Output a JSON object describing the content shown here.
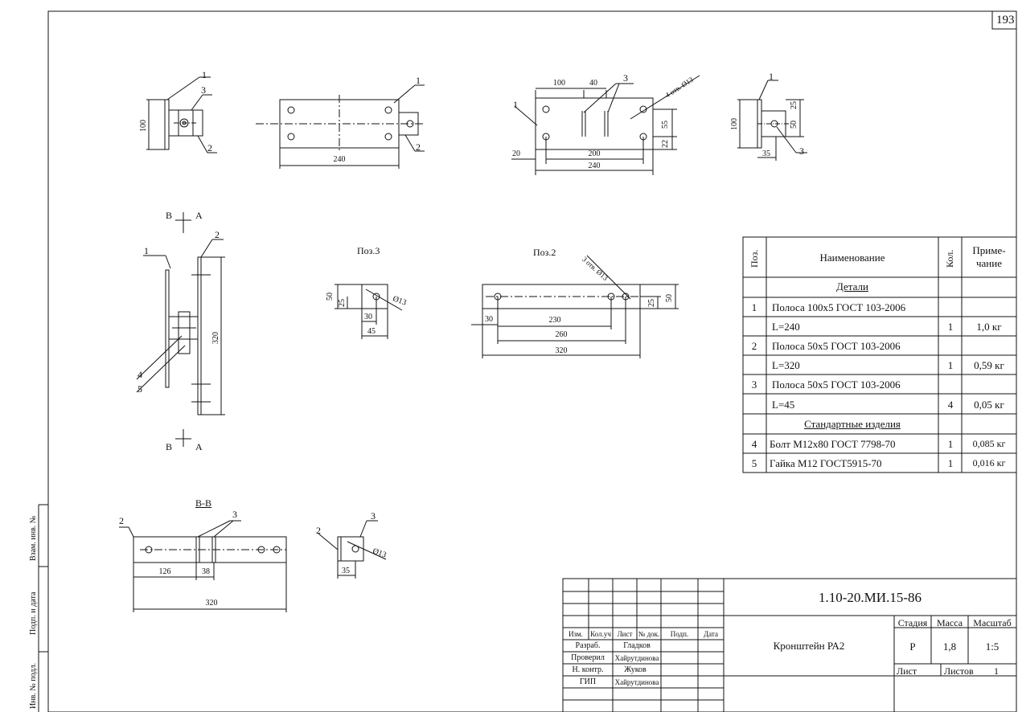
{
  "sheet_number": "193",
  "views": {
    "top_left": {
      "labels": [
        "1",
        "3",
        "2"
      ],
      "dim_height": "100"
    },
    "top_strip": {
      "labels": [
        "1",
        "2"
      ],
      "dim_length": "240"
    },
    "top_center": {
      "labels": [
        "1",
        "3",
        "4 отв. Ø13"
      ],
      "dims": [
        "100",
        "40",
        "55",
        "22",
        "20",
        "200",
        "240"
      ]
    },
    "top_right": {
      "labels": [
        "1",
        "3"
      ],
      "dims": [
        "100",
        "25",
        "50",
        "35"
      ]
    },
    "section_marks": {
      "left": "B",
      "right": "A"
    },
    "side": {
      "labels": [
        "1",
        "2",
        "4",
        "5"
      ],
      "dim_height": "320"
    },
    "poz3": {
      "title": "Поз.3",
      "dims": [
        "50",
        "25",
        "30",
        "45"
      ],
      "hole": "Ø13"
    },
    "poz2": {
      "title": "Поз.2",
      "holes": "3 отв. Ø13",
      "dims": [
        "25",
        "50",
        "30",
        "230",
        "260",
        "320"
      ]
    },
    "section_bb": {
      "title": "B-B",
      "labels": [
        "2",
        "3"
      ],
      "dims": [
        "126",
        "38",
        "320"
      ]
    },
    "small_view": {
      "labels": [
        "2",
        "3"
      ],
      "dims": [
        "35"
      ],
      "hole": "Ø13"
    }
  },
  "spec_table": {
    "headers": {
      "pos": "Поз.",
      "name": "Наименование",
      "qty": "Кол.",
      "note_line1": "Приме-",
      "note_line2": "чание"
    },
    "rows": [
      {
        "pos": "",
        "name": "Детали",
        "qty": "",
        "note": "",
        "section": true
      },
      {
        "pos": "1",
        "name": "Полоса 100x5 ГОСТ 103-2006",
        "qty": "",
        "note": ""
      },
      {
        "pos": "",
        "name": "L=240",
        "qty": "1",
        "note": "1,0 кг"
      },
      {
        "pos": "2",
        "name": "Полоса 50x5 ГОСТ 103-2006",
        "qty": "",
        "note": ""
      },
      {
        "pos": "",
        "name": "L=320",
        "qty": "1",
        "note": "0,59 кг"
      },
      {
        "pos": "3",
        "name": "Полоса 50x5 ГОСТ 103-2006",
        "qty": "",
        "note": ""
      },
      {
        "pos": "",
        "name": "L=45",
        "qty": "4",
        "note": "0,05 кг"
      },
      {
        "pos": "",
        "name": "Стандартные изделия",
        "qty": "",
        "note": "",
        "section": true
      },
      {
        "pos": "4",
        "name": "Болт М12х80 ГОСТ 7798-70",
        "qty": "1",
        "note": "0,085 кг"
      },
      {
        "pos": "5",
        "name": "Гайка М12 ГОСТ5915-70",
        "qty": "1",
        "note": "0,016 кг"
      }
    ]
  },
  "title_block": {
    "code": "1.10-20.МИ.15-86",
    "name": "Кронштейн РА2",
    "col_headers": [
      "Изм.",
      "Кол.уч",
      "Лист",
      "№ док.",
      "Подп.",
      "Дата"
    ],
    "people": [
      {
        "role": "Разраб.",
        "name": "Гладков"
      },
      {
        "role": "Проверил",
        "name": "Хайрутдинова"
      },
      {
        "role": "Н. контр.",
        "name": "Жуков"
      },
      {
        "role": "ГИП",
        "name": "Хайрутдинова"
      }
    ],
    "stage_label": "Стадия",
    "stage": "Р",
    "mass_label": "Масса",
    "mass": "1,8",
    "scale_label": "Масштаб",
    "scale": "1:5",
    "sheet_label": "Лист",
    "sheets_label": "Листов",
    "sheets": "1"
  },
  "side_stamps": [
    "Взам. инв. №",
    "Подп. и дата",
    "Инв. № подл."
  ]
}
